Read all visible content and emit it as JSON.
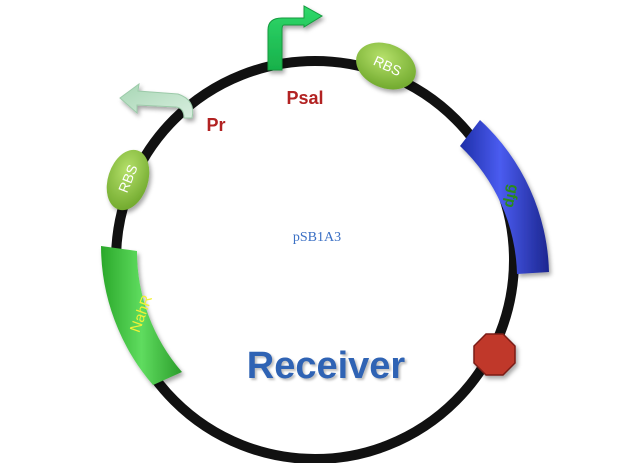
{
  "labels": {
    "promoter_sal": "Psal",
    "promoter_r": "Pr",
    "rbs_top": "RBS",
    "rbs_left": "RBS",
    "gene_gfp": "gfp",
    "gene_nahr": "NahR",
    "plasmid_name": "pSB1A3",
    "title": "Receiver"
  },
  "colors": {
    "backbone": "#111111",
    "rbs": "#8cc63f",
    "gfp": "#2f3fd6",
    "nahr": "#3ec43e",
    "terminator": "#c0392b",
    "promoter_sal_arrow": "#1fbf55",
    "promoter_r_arrow": "#bfe3c9",
    "label_red": "#b22222",
    "title_blue": "#2f63b4"
  }
}
